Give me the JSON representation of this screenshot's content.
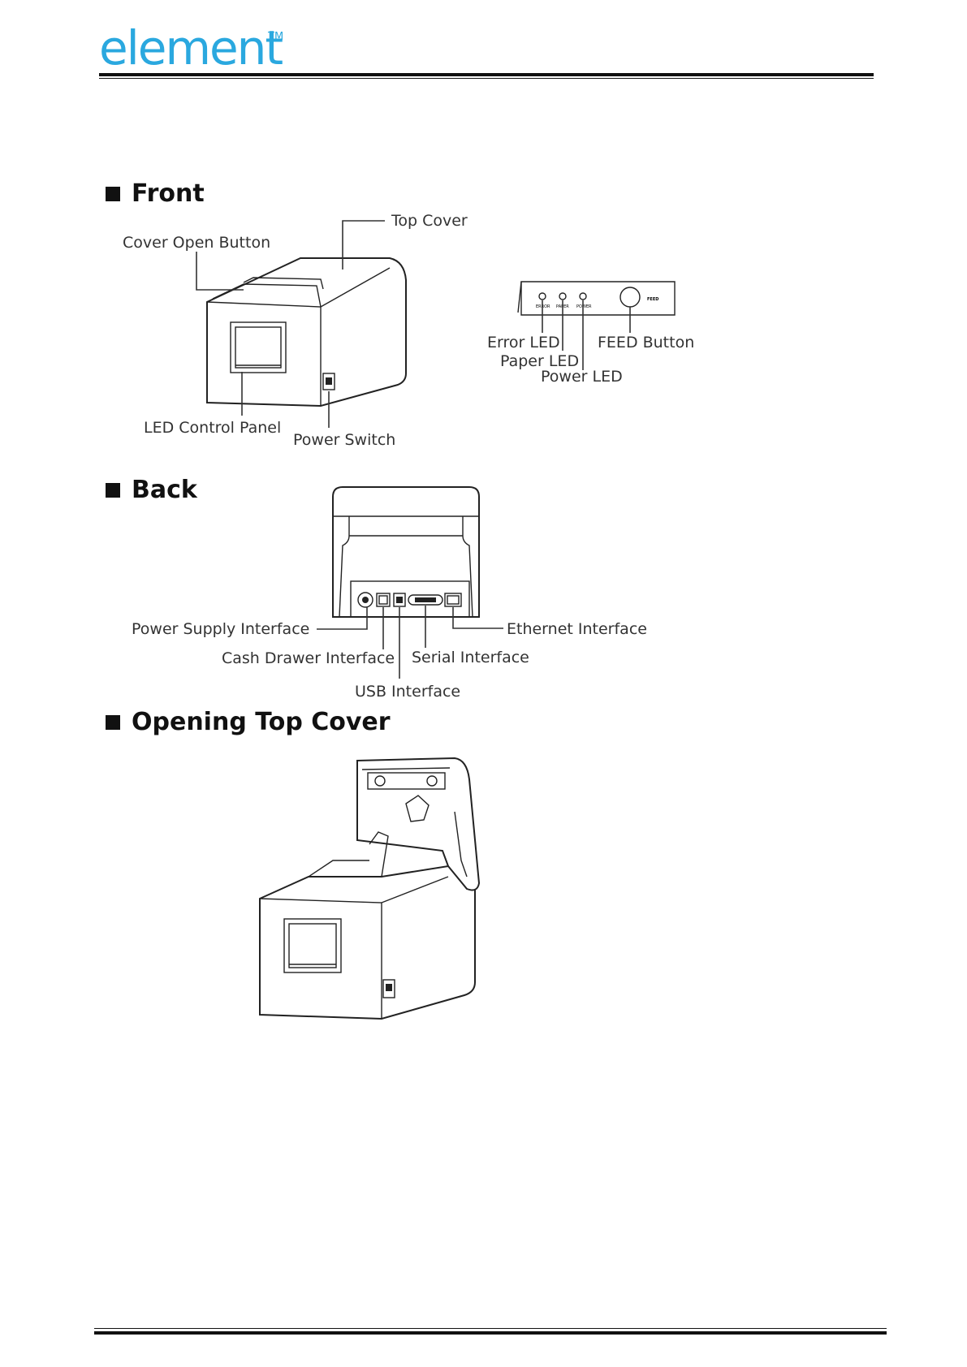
{
  "header": {
    "logo_text": "element",
    "logo_tm": "TM"
  },
  "colors": {
    "brand": "#2aa8df",
    "rule": "#111111"
  },
  "sections": {
    "front": {
      "title": "Front"
    },
    "back": {
      "title": "Back"
    },
    "opening": {
      "title": "Opening Top Cover"
    }
  },
  "front_labels": {
    "top_cover": "Top Cover",
    "cover_open_button": "Cover Open Button",
    "led_control_panel": "LED Control Panel",
    "power_switch": "Power Switch"
  },
  "panel_labels": {
    "error_led": "Error LED",
    "paper_led": "Paper LED",
    "power_led": "Power LED",
    "feed_button": "FEED Button",
    "panel_feed_text": "FEED",
    "panel_error_text": "ERROR",
    "panel_paper_text": "PAPER",
    "panel_power_text": "POWER"
  },
  "back_labels": {
    "power_supply": "Power Supply Interface",
    "cash_drawer": "Cash Drawer Interface",
    "usb": "USB Interface",
    "serial": "Serial Interface",
    "ethernet": "Ethernet Interface"
  }
}
